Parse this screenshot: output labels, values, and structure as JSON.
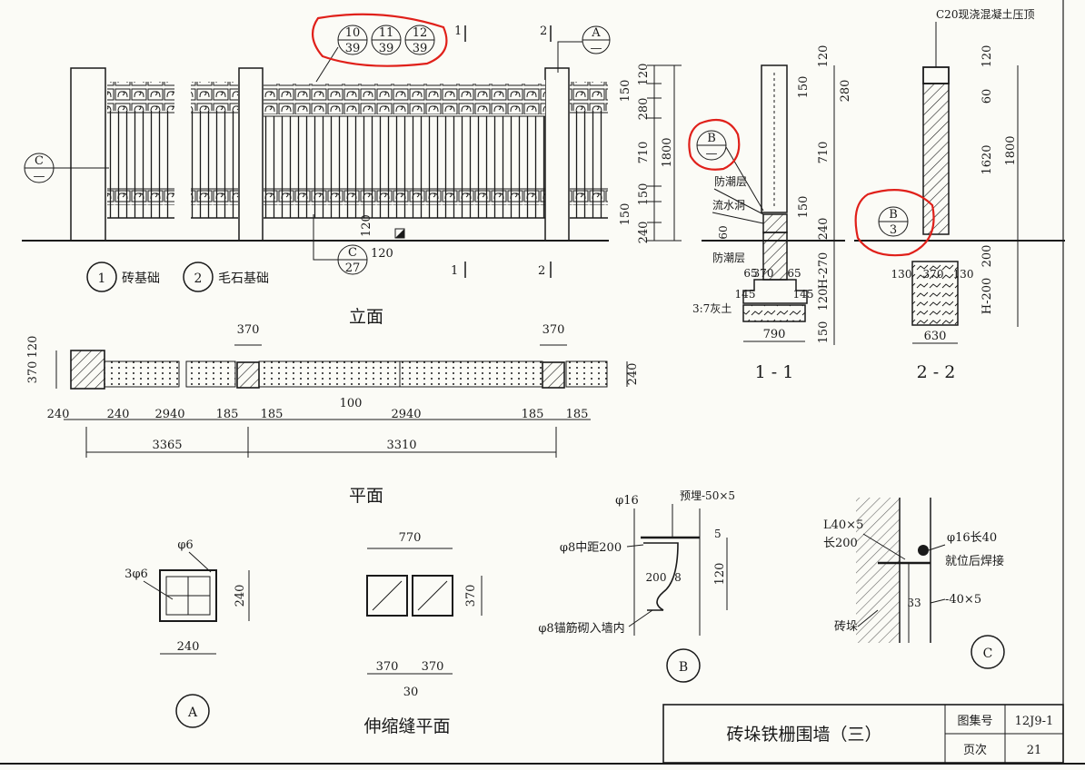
{
  "colors": {
    "ink": "#1a1a1a",
    "paper": "#fbfbf6",
    "highlight": "#e0201a"
  },
  "elevation": {
    "title": "立面",
    "foundation_1": {
      "num": "1",
      "label": "砖基础"
    },
    "foundation_2": {
      "num": "2",
      "label": "毛石基础"
    },
    "callout_refs": [
      {
        "top": "10",
        "bottom": "39"
      },
      {
        "top": "11",
        "bottom": "39"
      },
      {
        "top": "12",
        "bottom": "39"
      }
    ],
    "callout_a": {
      "top": "A",
      "bottom": "—"
    },
    "callout_c_left": {
      "top": "C",
      "bottom": "—"
    },
    "callout_c_27": {
      "top": "C",
      "bottom": "27"
    },
    "section_marks": {
      "s1": "1",
      "s2": "2"
    },
    "dims_small": {
      "d120a": "120",
      "d120b": "120"
    },
    "right_dims": {
      "d120": "120",
      "d150a": "150",
      "d280": "280",
      "d710": "710",
      "d150b": "150",
      "d150c": "150",
      "d240": "240",
      "d1800": "1800"
    }
  },
  "plan": {
    "title": "平面",
    "dims": {
      "w370a": "370",
      "w370b": "370",
      "h120": "120",
      "h370": "370",
      "h240": "240",
      "d240a": "240",
      "d240b": "240",
      "d2940a": "2940",
      "d185a": "185",
      "d185b": "185",
      "d2940b": "2940",
      "d185c": "185",
      "d185d": "185",
      "d100": "100",
      "t3365": "3365",
      "t3310": "3310"
    }
  },
  "section_1": {
    "title": "1 - 1",
    "callout_b": {
      "top": "B",
      "bottom": "—"
    },
    "labels": {
      "dpc_top": "防潮层",
      "weep": "流水洞",
      "dpc_bottom": "防潮层",
      "lime": "3:7灰土"
    },
    "dims": {
      "d120": "120",
      "d150a": "150",
      "d280": "280",
      "d710": "710",
      "d150b": "150",
      "d240": "240",
      "d60": "60",
      "d65a": "65",
      "d370": "370",
      "d65b": "65",
      "d145a": "145",
      "d145b": "145",
      "dH270": "H-270",
      "d120b": "120",
      "d150c": "150",
      "d790": "790"
    }
  },
  "section_2": {
    "title": "2 - 2",
    "cap_note": "C20现浇混凝土压顶",
    "callout_b": {
      "top": "B",
      "bottom": "3"
    },
    "dims": {
      "d120": "120",
      "d60": "60",
      "d1620": "1620",
      "d1800": "1800",
      "d200": "200",
      "d130a": "130",
      "d370": "370",
      "d130b": "130",
      "dH200": "H-200",
      "d630": "630"
    }
  },
  "detail_a": {
    "num": "A",
    "rebar_tie": "φ6",
    "rebar_main": "3φ6",
    "d240v": "240",
    "d240h": "240"
  },
  "joint_plan": {
    "title": "伸缩缝平面",
    "d770": "770",
    "d370v": "370",
    "d370a": "370",
    "d370b": "370",
    "d30": "30"
  },
  "detail_b": {
    "num": "B",
    "bar": "φ16",
    "embed": "预埋-50×5",
    "stirrup": "φ8中距200",
    "anchor": "φ8锚筋砌入墙内",
    "d5": "5",
    "d120": "120",
    "d200": "200",
    "d8": "8"
  },
  "detail_c": {
    "num": "C",
    "angle": "L40×5",
    "angle_len": "长200",
    "rod": "φ16长40",
    "weld": "就位后焊接",
    "plate": "-40×5",
    "pier": "砖垛",
    "d33": "33"
  },
  "title_block": {
    "drawing_title": "砖垛铁栅围墙（三）",
    "atlas_label": "图集号",
    "atlas_no": "12J9-1",
    "page_label": "页次",
    "page_no": "21"
  }
}
